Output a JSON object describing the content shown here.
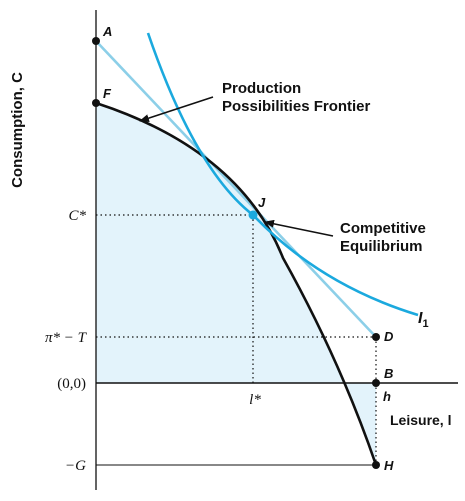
{
  "figure": {
    "y_axis_label": "Consumption, C",
    "x_axis_label": "Leisure, l",
    "point_labels": {
      "A": "A",
      "F": "F",
      "J": "J",
      "D": "D",
      "B": "B",
      "H": "H",
      "h": "h"
    },
    "tick_labels": {
      "c_star": "C*",
      "pi_minus_t": "π* − T",
      "origin": "(0,0)",
      "neg_g": "−G",
      "l_star": "l*"
    },
    "annotations": {
      "ppf_line1": "Production",
      "ppf_line2": "Possibilities Frontier",
      "eq_line1": "Competitive",
      "eq_line2": "Equilibrium"
    },
    "curve_label": "I",
    "curve_label_sub": "1",
    "colors": {
      "region_fill": "#e3f3fb",
      "frontier": "#111111",
      "budget_line": "#8ccfe8",
      "indifference_curve": "#1ba9de",
      "point_j": "#1ba9de"
    }
  }
}
